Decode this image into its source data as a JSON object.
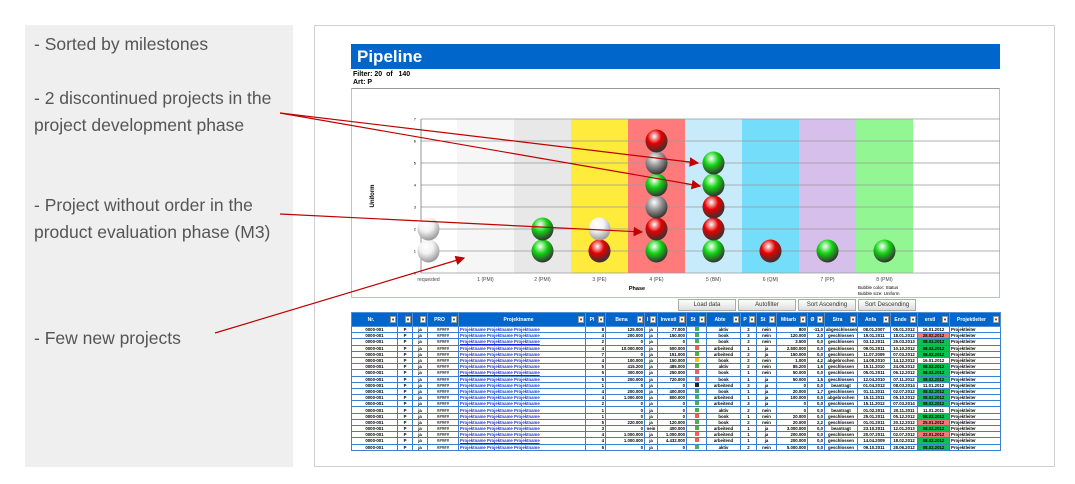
{
  "notes": [
    "- Sorted by milestones",
    "- 2 discontinued projects in the project development phase",
    "- Project without order in the product evaluation phase (M3)",
    "- Few new projects"
  ],
  "header": {
    "title": "Pipeline",
    "filter": "Filter: 20  of   140",
    "art": "Art: P"
  },
  "buttons": [
    "Load data",
    "Autofilter",
    "Sort Ascending",
    "Sort Descending"
  ],
  "chart_data": {
    "type": "scatter",
    "xlabel": "Phase",
    "ylabel": "Uniform",
    "ylim": [
      0,
      7
    ],
    "yticks": [
      "0",
      "1",
      "2",
      "3",
      "4",
      "5",
      "6",
      "7"
    ],
    "categories": [
      "requested",
      "1 (PMI)",
      "2 (PMI)",
      "3 (PE)",
      "4 (PE)",
      "5 (BM)",
      "6 (QM)",
      "7 (PP)",
      "8 (PMI)"
    ],
    "band_colors": [
      "#ffffff",
      "#f6f6f6",
      "#e8e8e8",
      "#ffeb3b",
      "#ff7b7b",
      "#c7ebfb",
      "#74ddf9",
      "#d6bfeb",
      "#92f792"
    ],
    "status_colors": {
      "new": "#f2f2f2",
      "ok": "#14d414",
      "critical": "#e60000",
      "discontinued": "#9a9a9a"
    },
    "points": [
      {
        "x": 0,
        "y": 1,
        "status": "new"
      },
      {
        "x": 0,
        "y": 2,
        "status": "new"
      },
      {
        "x": 2,
        "y": 1,
        "status": "ok"
      },
      {
        "x": 2,
        "y": 2,
        "status": "ok"
      },
      {
        "x": 3,
        "y": 1,
        "status": "critical"
      },
      {
        "x": 3,
        "y": 2,
        "status": "new"
      },
      {
        "x": 4,
        "y": 1,
        "status": "ok"
      },
      {
        "x": 4,
        "y": 2,
        "status": "critical"
      },
      {
        "x": 4,
        "y": 3,
        "status": "discontinued"
      },
      {
        "x": 4,
        "y": 4,
        "status": "ok"
      },
      {
        "x": 4,
        "y": 5,
        "status": "discontinued"
      },
      {
        "x": 4,
        "y": 6,
        "status": "critical"
      },
      {
        "x": 5,
        "y": 1,
        "status": "ok"
      },
      {
        "x": 5,
        "y": 2,
        "status": "critical"
      },
      {
        "x": 5,
        "y": 3,
        "status": "critical"
      },
      {
        "x": 5,
        "y": 4,
        "status": "ok"
      },
      {
        "x": 5,
        "y": 5,
        "status": "ok"
      },
      {
        "x": 6,
        "y": 1,
        "status": "critical"
      },
      {
        "x": 7,
        "y": 1,
        "status": "ok"
      },
      {
        "x": 8,
        "y": 1,
        "status": "ok"
      }
    ],
    "legend": [
      "Bubble color: Status",
      "Bubble size: Uniform"
    ]
  },
  "table": {
    "columns": [
      "Nr.",
      "",
      "",
      "PRO",
      "Projektname",
      "Pl",
      "Bena",
      "I",
      "Investi",
      "St",
      "Abte",
      "P",
      "St",
      "Mitarb",
      "Ø",
      "Stra",
      "Anfa",
      "Ende",
      "erstl",
      "Projektleiter"
    ],
    "rows": [
      [
        "0000-001",
        "P",
        "ja",
        "#####",
        "Projektname Projektname Projektname",
        "8",
        "125.000",
        "ja",
        "77.000",
        "green",
        "aktiv",
        "2",
        "nein",
        "800",
        "-11,0",
        "abgeschlossen",
        "08.01.2007",
        "05.01.2012",
        "16.01.2012",
        "Projektleiter",
        "none"
      ],
      [
        "0000-001",
        "P",
        "ja",
        "#####",
        "Projektname Projektname Projektname",
        "4",
        "200.000",
        "ja",
        "150.000",
        "green",
        "book",
        "3",
        "nein",
        "120.000",
        "2,0",
        "geschlossen",
        "19.01.2011",
        "18.01.2012",
        "28.02.2012",
        "Projektleiter",
        "red"
      ],
      [
        "0000-001",
        "P",
        "ja",
        "#####",
        "Projektname Projektname Projektname",
        "2",
        "0",
        "ja",
        "0",
        "green",
        "book",
        "3",
        "nein",
        "3.500",
        "0,0",
        "geschlossen",
        "03.12.2011",
        "25.03.2013",
        "08.02.2012",
        "Projektleiter",
        "green"
      ],
      [
        "0000-001",
        "P",
        "ja",
        "#####",
        "Projektname Projektname Projektname",
        "4",
        "10.000.000",
        "ja",
        "500.000",
        "red",
        "arbeitend",
        "1",
        "ja",
        "2.500.000",
        "0,0",
        "geschlossen",
        "09.01.2011",
        "10.10.2012",
        "08.02.2012",
        "Projektleiter",
        "green"
      ],
      [
        "0000-001",
        "P",
        "ja",
        "#####",
        "Projektname Projektname Projektname",
        "7",
        "0",
        "ja",
        "151.000",
        "green",
        "arbeitend",
        "2",
        "ja",
        "150.000",
        "0,0",
        "geschlossen",
        "11.07.2009",
        "07.03.2012",
        "08.02.2012",
        "Projektleiter",
        "green"
      ],
      [
        "0000-001",
        "P",
        "ja",
        "#####",
        "Projektname Projektname Projektname",
        "4",
        "100.000",
        "ja",
        "150.000",
        "yellow",
        "book",
        "2",
        "nein",
        "1.000",
        "4,2",
        "abgebrochen",
        "14.08.2010",
        "14.12.2012",
        "16.01.2012",
        "Projektleiter",
        "none"
      ],
      [
        "0000-001",
        "P",
        "ja",
        "#####",
        "Projektname Projektname Projektname",
        "5",
        "415.200",
        "ja",
        "485.000",
        "green",
        "aktiv",
        "2",
        "nein",
        "85.200",
        "1,6",
        "geschlossen",
        "15.11.2010",
        "24.05.2012",
        "08.02.2012",
        "Projektleiter",
        "green"
      ],
      [
        "0000-001",
        "P",
        "ja",
        "#####",
        "Projektname Projektname Projektname",
        "5",
        "300.000",
        "ja",
        "250.000",
        "red",
        "book",
        "1",
        "nein",
        "50.000",
        "0,0",
        "geschlossen",
        "05.01.2011",
        "06.12.2012",
        "08.02.2012",
        "Projektleiter",
        "green"
      ],
      [
        "0000-001",
        "P",
        "ja",
        "#####",
        "Projektname Projektname Projektname",
        "5",
        "200.000",
        "ja",
        "720.000",
        "red",
        "book",
        "1",
        "ja",
        "50.000",
        "1,5",
        "geschlossen",
        "12.04.2010",
        "07.11.2012",
        "08.02.2012",
        "Projektleiter",
        "green"
      ],
      [
        "0000-001",
        "P",
        "ja",
        "#####",
        "Projektname Projektname Projektname",
        "1",
        "0",
        "ja",
        "0",
        "black",
        "arbeitend",
        "3",
        "ja",
        "0",
        "0,0",
        "beantragt",
        "01.04.2012",
        "08.03.2014",
        "11.01.2012",
        "Projektleiter",
        "none"
      ],
      [
        "0000-001",
        "P",
        "ja",
        "#####",
        "Projektname Projektname Projektname",
        "4",
        "200.000",
        "ja",
        "400.000",
        "green",
        "book",
        "1",
        "ja",
        "20.000",
        "1,7",
        "geschlossen",
        "01.11.2011",
        "02.07.2012",
        "08.02.2012",
        "Projektleiter",
        "green"
      ],
      [
        "0000-001",
        "P",
        "ja",
        "#####",
        "Projektname Projektname Projektname",
        "4",
        "1.000.000",
        "ja",
        "800.000",
        "green",
        "arbeitend",
        "1",
        "ja",
        "100.000",
        "0,0",
        "abgebrochen",
        "15.11.2011",
        "05.10.2012",
        "08.02.2012",
        "Projektleiter",
        "green"
      ],
      [
        "0000-001",
        "P",
        "ja",
        "#####",
        "Projektname Projektname Projektname",
        "2",
        "0",
        "ja",
        "0",
        "green",
        "arbeitend",
        "3",
        "ja",
        "0",
        "0,0",
        "geschlossen",
        "15.11.2012",
        "07.03.2014",
        "08.02.2012",
        "Projektleiter",
        "green"
      ],
      [
        "0000-001",
        "P",
        "ja",
        "#####",
        "Projektname Projektname Projektname",
        "1",
        "0",
        "ja",
        "0",
        "green",
        "aktiv",
        "2",
        "nein",
        "0",
        "0,0",
        "beantragt",
        "01.02.2011",
        "20.11.2011",
        "11.01.2011",
        "Projektleiter",
        "none"
      ],
      [
        "0000-001",
        "P",
        "ja",
        "#####",
        "Projektname Projektname Projektname",
        "1",
        "0",
        "ja",
        "0",
        "red",
        "book",
        "1",
        "nein",
        "20.000",
        "0,0",
        "geschlossen",
        "25.01.2011",
        "05.12.2012",
        "08.02.2012",
        "Projektleiter",
        "green"
      ],
      [
        "0000-001",
        "P",
        "ja",
        "#####",
        "Projektname Projektname Projektname",
        "5",
        "220.000",
        "ja",
        "120.000",
        "green",
        "book",
        "2",
        "nein",
        "20.000",
        "2,2",
        "geschlossen",
        "01.01.2011",
        "20.12.2012",
        "25.01.2012",
        "Projektleiter",
        "red"
      ],
      [
        "0000-001",
        "P",
        "ja",
        "#####",
        "Projektname Projektname Projektname",
        "3",
        "0",
        "nein",
        "400.000",
        "green",
        "arbeitend",
        "1",
        "ja",
        "3.000.000",
        "0,0",
        "beantragt",
        "23.10.2011",
        "12.01.2013",
        "08.02.2012",
        "Projektleiter",
        "green"
      ],
      [
        "0000-001",
        "P",
        "ja",
        "#####",
        "Projektname Projektname Projektname",
        "4",
        "1.000.000",
        "ja",
        "1.000.000",
        "red",
        "arbeitend",
        "1",
        "ja",
        "200.000",
        "0,0",
        "geschlossen",
        "20.07.2011",
        "02.07.2012",
        "22.01.2012",
        "Projektleiter",
        "red"
      ],
      [
        "0000-001",
        "P",
        "ja",
        "#####",
        "Projektname Projektname Projektname",
        "4",
        "1.000.000",
        "ja",
        "4.432.000",
        "red",
        "arbeitend",
        "1",
        "ja",
        "200.000",
        "0,0",
        "geschlossen",
        "14.04.2009",
        "18.02.2012",
        "08.02.2012",
        "Projektleiter",
        "green"
      ],
      [
        "0000-001",
        "P",
        "ja",
        "#####",
        "Projektname Projektname Projektname",
        "5",
        "0",
        "ja",
        "0",
        "green",
        "aktiv",
        "2",
        "nein",
        "5.000.000",
        "0,0",
        "geschlossen",
        "09.10.2011",
        "28.06.2012",
        "08.02.2012",
        "Projektleiter",
        "green"
      ]
    ]
  },
  "colors": {
    "accent": "#0066cc",
    "arrow": "#c00000"
  }
}
